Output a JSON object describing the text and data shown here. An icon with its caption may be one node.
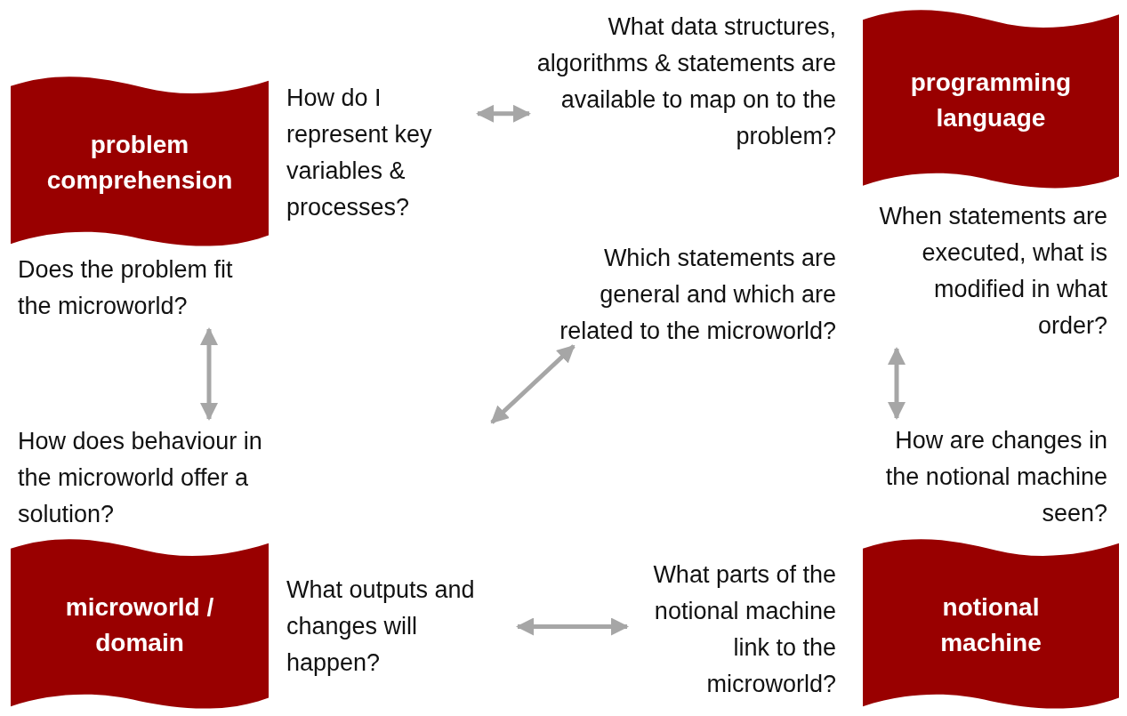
{
  "diagram": {
    "nodes": [
      {
        "text": [
          "What data structures, algorithms & statements are available to map on to the problem?"
        ]
      },
      {
        "text": [
          "programming language"
        ]
      },
      {
        "text": [
          "problem comprehension"
        ]
      },
      {
        "text": [
          "How do I represent key variables & processes?"
        ]
      },
      {
        "text": [
          "When statements are executed, what is modified in what order?"
        ]
      },
      {
        "text": [
          "Does the problem fit the microworld?"
        ]
      },
      {
        "text": [
          "Which statements are general and which are related to the microworld?"
        ]
      },
      {
        "text": [
          "How does behaviour in the microworld offer a solution?"
        ]
      },
      {
        "text": [
          "How are changes in the notional machine seen?"
        ]
      },
      {
        "text": [
          "microworld / domain"
        ]
      },
      {
        "text": [
          "What outputs and changes will happen?"
        ]
      },
      {
        "text": [
          "What parts of the notional machine link to the microworld?"
        ]
      },
      {
        "text": [
          "notional machine"
        ]
      }
    ],
    "edges": [
      {
        "from": 3,
        "to": 0,
        "arrow": "both"
      },
      {
        "from": 5,
        "to": 7,
        "arrow": "both"
      },
      {
        "from": 4,
        "to": 8,
        "arrow": "both"
      },
      {
        "from": null,
        "to": 6,
        "arrow": "both"
      },
      {
        "from": 10,
        "to": 11,
        "arrow": "both"
      }
    ]
  }
}
